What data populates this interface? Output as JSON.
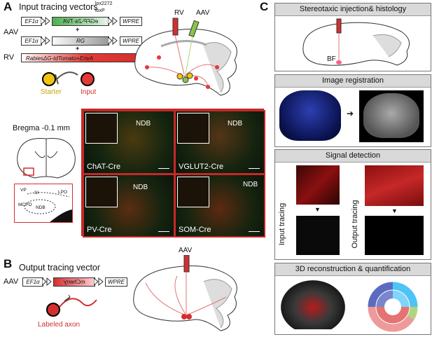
{
  "panel_a": {
    "letter": "A",
    "title": "Input tracing vectors",
    "aav": "AAV",
    "rv": "RV",
    "promoter": "EF1α",
    "wpre": "WPRE",
    "lox2272": "lox2272",
    "loxp": "loxP",
    "gfp_cassette": "eGFP-2a-TVA",
    "rg_cassette": "RG",
    "plus": "+",
    "rabies": "RabiesΔG-tdTomato+EnvA",
    "starter": "Starter",
    "input": "Input",
    "brain_rv": "RV",
    "brain_aav": "AAV",
    "bregma": "Bregma -0.1 mm",
    "region_vp": "VP",
    "region_si": "SI",
    "region_lpo": "LPO",
    "region_mcpo": "MCPO",
    "region_ndb": "NDB",
    "images": [
      {
        "name": "ChAT-Cre",
        "ndb": "NDB"
      },
      {
        "name": "VGLUT2-Cre",
        "ndb": "NDB"
      },
      {
        "name": "PV-Cre",
        "ndb": "NDB"
      },
      {
        "name": "SOM-Cre",
        "ndb": "NDB"
      }
    ]
  },
  "panel_b": {
    "letter": "B",
    "title": "Output tracing vector",
    "aav": "AAV",
    "promoter": "EF1α",
    "cassette": "mCherry",
    "wpre": "WPRE",
    "labeled_axon": "Labeled axon",
    "brain_aav": "AAV"
  },
  "panel_c": {
    "letter": "C",
    "sections": [
      {
        "title": "Stereotaxic injection& histology",
        "label": "BF"
      },
      {
        "title": "Image registration"
      },
      {
        "title": "Signal detection",
        "left": "Input tracing",
        "right": "Output tracing"
      },
      {
        "title": "3D reconstruction & quantification"
      }
    ]
  }
}
